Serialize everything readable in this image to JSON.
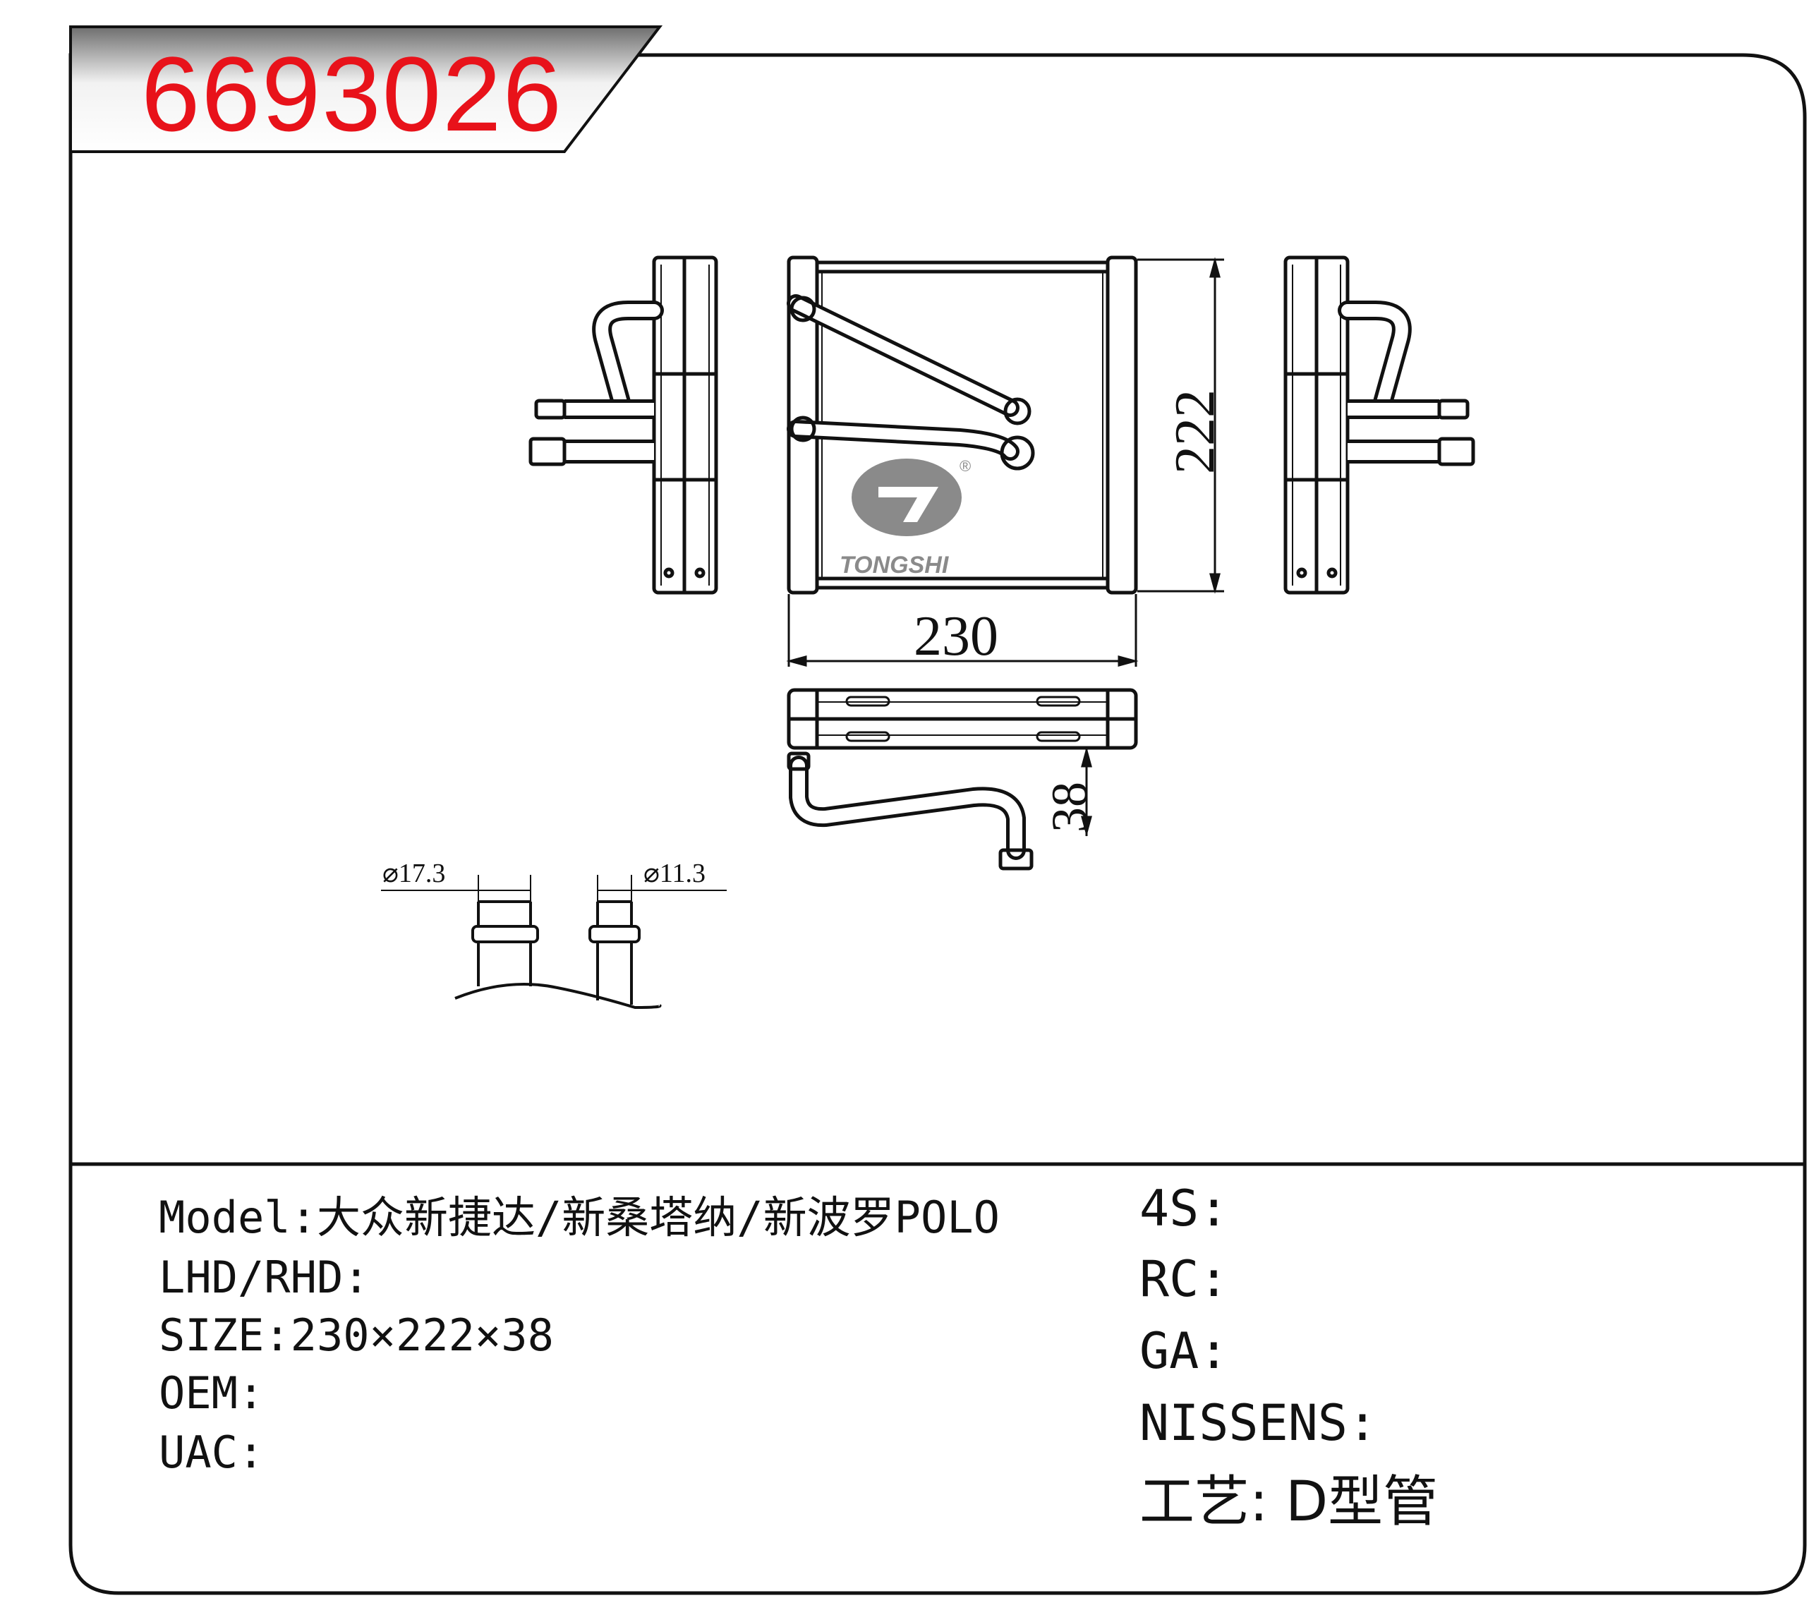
{
  "header": {
    "part_number": "6693026"
  },
  "drawing": {
    "dim_width": "230",
    "dim_height": "222",
    "dim_depth": "38",
    "pipe_large": "⌀17.3",
    "pipe_small": "⌀11.3",
    "logo_text": "TONGSHI",
    "logo_mark": "®"
  },
  "specs": {
    "model": "Model:大众新捷达/新桑塔纳/新波罗POLO",
    "lhd_rhd": "LHD/RHD:",
    "size": "SIZE:230×222×38",
    "oem": "OEM:",
    "uac": "UAC:",
    "s4": "4S:",
    "rc": "RC:",
    "ga": "GA:",
    "nissens": "NISSENS:",
    "process": "工艺: D型管"
  },
  "colors": {
    "part_number": "#e8121a",
    "line": "#111111",
    "logo": "#8a8a8a"
  }
}
